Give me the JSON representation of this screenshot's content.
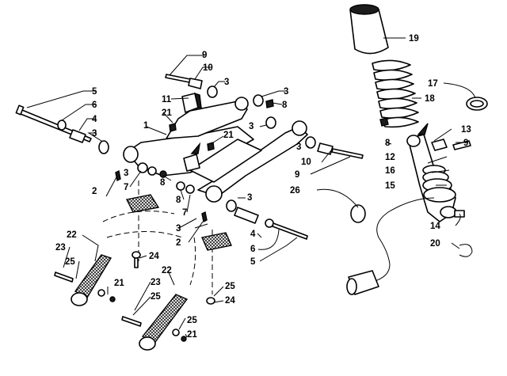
{
  "callouts": [
    "1",
    "2",
    "3",
    "4",
    "5",
    "6",
    "7",
    "8",
    "9",
    "10",
    "11",
    "12",
    "13",
    "14",
    "15",
    "16",
    "17",
    "18",
    "19",
    "20",
    "21",
    "22",
    "23",
    "24",
    "25",
    "26"
  ],
  "colors": {
    "line": "#000000",
    "background": "#ffffff",
    "shading": "#1c1c1c"
  }
}
